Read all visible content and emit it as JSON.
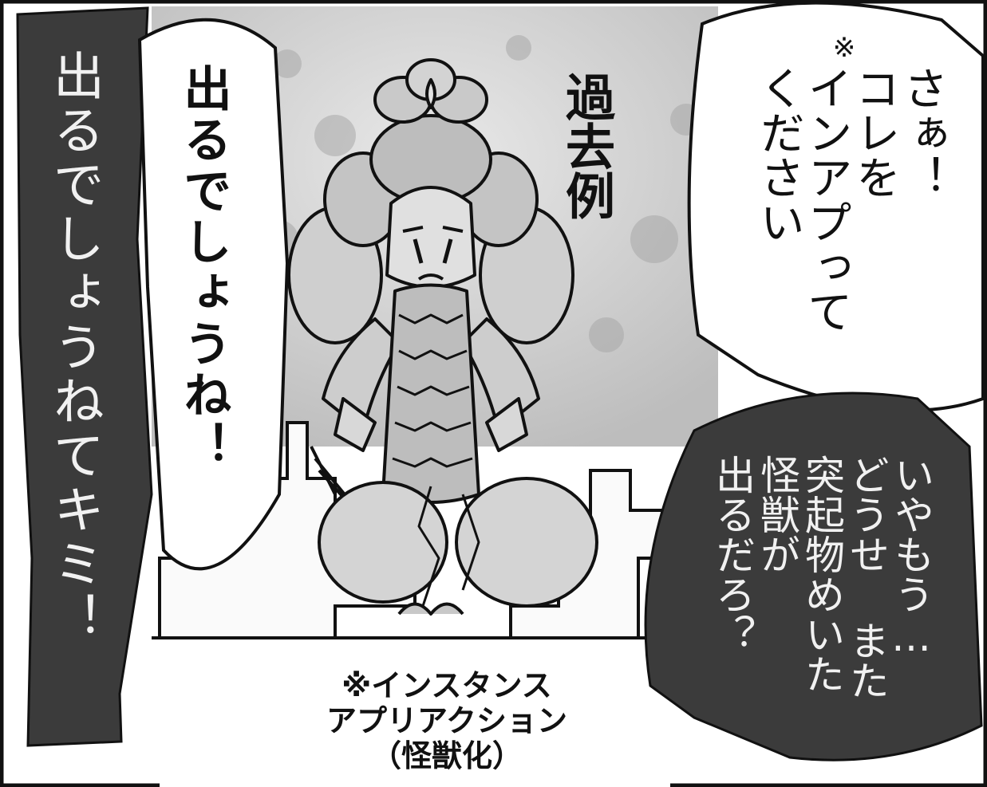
{
  "left_dark_caption": "出るでしょうねてキミ！",
  "white_bubble_left": "出るでしょうね！",
  "sky_label": "過去例",
  "right_white_bubble": {
    "mark": "※",
    "lines": [
      "さぁ！",
      "コレを",
      "インアプって",
      "ください"
    ]
  },
  "right_dark_bubble": {
    "lines": [
      "いやもう…",
      "どうせ また",
      "突起物めいた",
      "怪獣が",
      "出るだろ？"
    ]
  },
  "footnote": {
    "lines": [
      "※インスタンス",
      "アプリアクション",
      "（怪獣化）"
    ]
  }
}
